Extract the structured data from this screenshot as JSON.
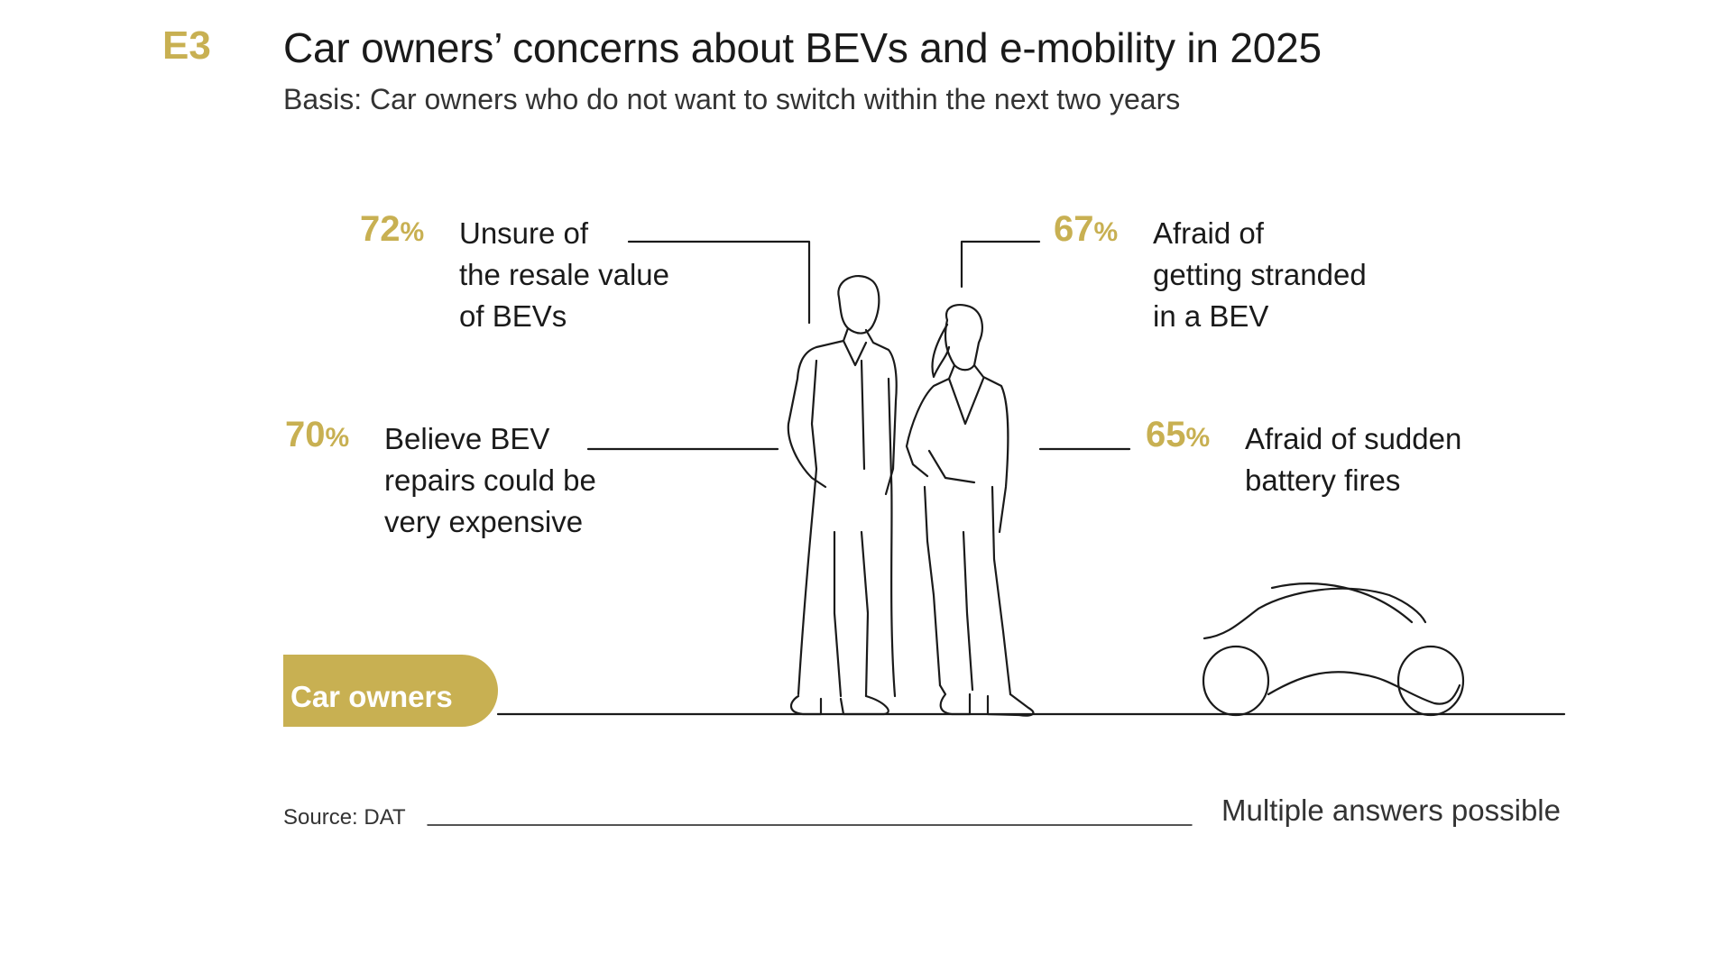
{
  "header": {
    "code": "E3",
    "title": "Car owners’ concerns about BEVs and e-mobility in 2025",
    "subtitle": "Basis: Car owners who do not want to switch within the next two years"
  },
  "chart_data": {
    "type": "table",
    "title": "Car owners’ concerns about BEVs and e-mobility in 2025",
    "subtitle": "Basis: Car owners who do not want to switch within the next two years",
    "unit": "%",
    "series_label": "Car owners",
    "items": [
      {
        "value": 72,
        "label": "Unsure of\nthe resale value\nof BEVs"
      },
      {
        "value": 70,
        "label": "Believe BEV\nrepairs could be\nvery expensive"
      },
      {
        "value": 67,
        "label": "Afraid of\ngetting stranded\nin a BEV"
      },
      {
        "value": 65,
        "label": "Afraid of sudden\nbattery fires"
      }
    ]
  },
  "footer": {
    "source": "Source: DAT",
    "note": "Multiple answers possible"
  },
  "colors": {
    "accent": "#c8b052",
    "text": "#1a1a1a"
  },
  "icons": [
    "man-silhouette-icon",
    "woman-silhouette-icon",
    "car-outline-icon"
  ]
}
